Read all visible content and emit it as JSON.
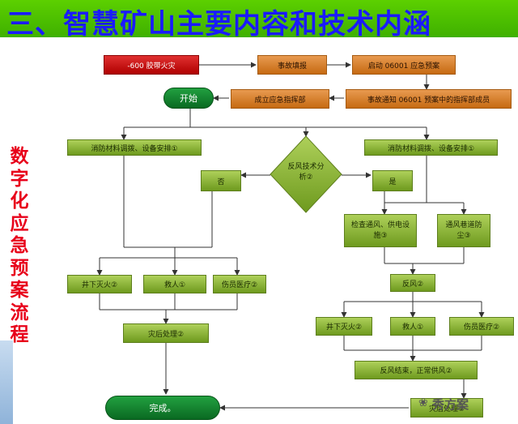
{
  "title": "三、智慧矿山主要内容和技术内涵",
  "side_label": "数字化应急预案流程",
  "nodes": {
    "fire": "-600 胶带火灾",
    "report": "事故填报",
    "start_plan": "启动 06001 应急预案",
    "notify": "事故通知 06001 预案中的指挥部成员",
    "headquarters": "成立应急指挥部",
    "begin": "开始",
    "left_equip": "消防材料调拨、设备安排①",
    "right_equip": "消防材料调拨、设备安排①",
    "decision": "反风技术分析②",
    "no": "否",
    "yes": "是",
    "check_power": "检查通风、供电设施③",
    "roadway": "通风巷道防尘③",
    "reverse": "反风②",
    "l_fire": "井下灭火②",
    "l_rescue": "救人①",
    "l_medical": "伤员医疗②",
    "l_after": "灾后处理②",
    "r_fire": "井下灭火②",
    "r_rescue": "救人①",
    "r_medical": "伤员医疗②",
    "end_reverse": "反风结束，正常供风②",
    "r_after": "灾后处理②",
    "complete": "完成。"
  },
  "watermark": "秀方案",
  "colors": {
    "title_bg": "#4cc200",
    "title_text": "#1a1aff",
    "side_text": "#e8001a",
    "green_box": "#8cb83a",
    "orange_box": "#d8822e",
    "red_box": "#c81818",
    "terminal": "#138a30"
  }
}
